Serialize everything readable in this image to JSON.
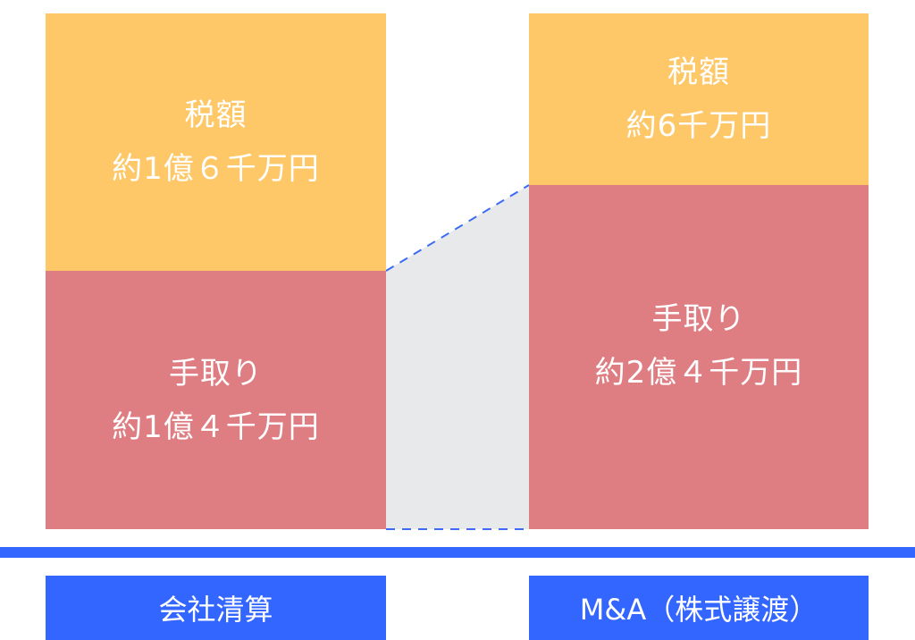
{
  "colors": {
    "tax": "#FEC868",
    "net": "#DE7E83",
    "gap": "#E8E9EB",
    "accent": "#3366FF"
  },
  "left": {
    "category": "会社清算",
    "tax": {
      "title": "税額",
      "value": "約1億６千万円"
    },
    "net": {
      "title": "手取り",
      "value": "約1億４千万円"
    }
  },
  "right": {
    "category": "M&A（株式譲渡）",
    "tax": {
      "title": "税額",
      "value": "約6千万円"
    },
    "net": {
      "title": "手取り",
      "value": "約2億４千万円"
    }
  }
}
